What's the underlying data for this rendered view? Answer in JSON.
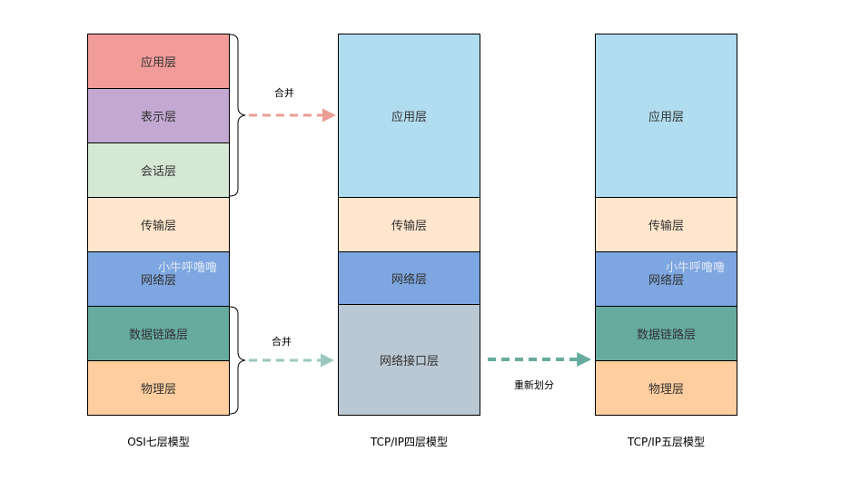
{
  "osi": {
    "caption": "OSI七层模型",
    "layers": [
      {
        "label": "应用层",
        "color": "#F19C99"
      },
      {
        "label": "表示层",
        "color": "#C3A8D1"
      },
      {
        "label": "会话层",
        "color": "#D5E8D4"
      },
      {
        "label": "传输层",
        "color": "#FFE6CC"
      },
      {
        "label": "网络层",
        "color": "#7EA6E0"
      },
      {
        "label": "数据链路层",
        "color": "#67AB9F"
      },
      {
        "label": "物理层",
        "color": "#FFCE9F"
      }
    ]
  },
  "tcpip4": {
    "caption": "TCP/IP四层模型",
    "layers": [
      {
        "label": "应用层",
        "color": "#B1DDF0"
      },
      {
        "label": "传输层",
        "color": "#FFE6CC"
      },
      {
        "label": "网络层",
        "color": "#7EA6E0"
      },
      {
        "label": "网络接口层",
        "color": "#BAC8D3"
      }
    ]
  },
  "tcpip5": {
    "caption": "TCP/IP五层模型",
    "layers": [
      {
        "label": "应用层",
        "color": "#B1DDF0"
      },
      {
        "label": "传输层",
        "color": "#FFE6CC"
      },
      {
        "label": "网络层",
        "color": "#7EA6E0"
      },
      {
        "label": "数据链路层",
        "color": "#67AB9F"
      },
      {
        "label": "物理层",
        "color": "#FFCE9F"
      }
    ]
  },
  "arrows": {
    "merge_upper": {
      "label": "合并",
      "color": "#EA9E94"
    },
    "merge_lower": {
      "label": "合并",
      "color": "#9AC7BF"
    },
    "redivide": {
      "label": "重新划分",
      "color": "#67AB9F"
    }
  },
  "watermark": "小牛呼噜噜"
}
